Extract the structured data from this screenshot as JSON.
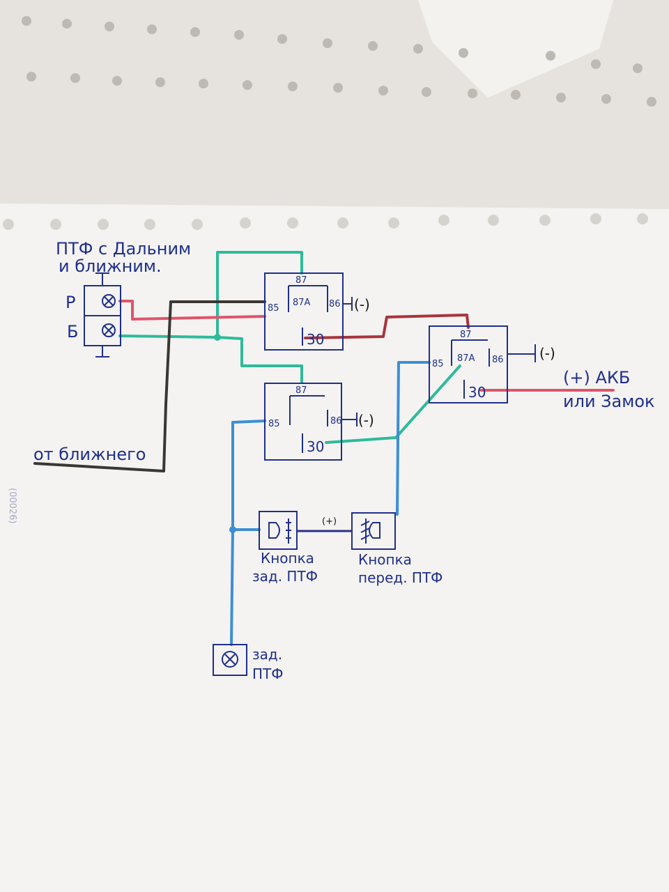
{
  "top_label": {
    "line1": "ПТФ с Дальним",
    "line2": "и ближним."
  },
  "left_lamp": {
    "p_label": "Р",
    "b_label": "Б"
  },
  "from_low_beam_label": "от ближнего",
  "relay1": {
    "pin87": "87",
    "pin87a": "87А",
    "pin85": "85",
    "pin86": "86",
    "pin30": "30",
    "ground": "(-)"
  },
  "relay2": {
    "pin87": "87",
    "pin85": "85",
    "pin86": "86",
    "pin30": "30",
    "ground": "(-)"
  },
  "relay3": {
    "pin87": "87",
    "pin87a": "87А",
    "pin85": "85",
    "pin86": "86",
    "pin30": "30",
    "ground": "(-)"
  },
  "battery_label": {
    "line1": "(+) АКБ",
    "line2": "или Замок"
  },
  "button_plus_label": "(+)",
  "rear_button_label": {
    "line1": "Кнопка",
    "line2": "зад. ПТФ"
  },
  "front_button_label": {
    "line1": "Кнопка",
    "line2": "перед. ПТФ"
  },
  "rear_lamp_label": {
    "line1": "зад.",
    "line2": "ПТФ"
  },
  "margin_stamp": "(00026)"
}
